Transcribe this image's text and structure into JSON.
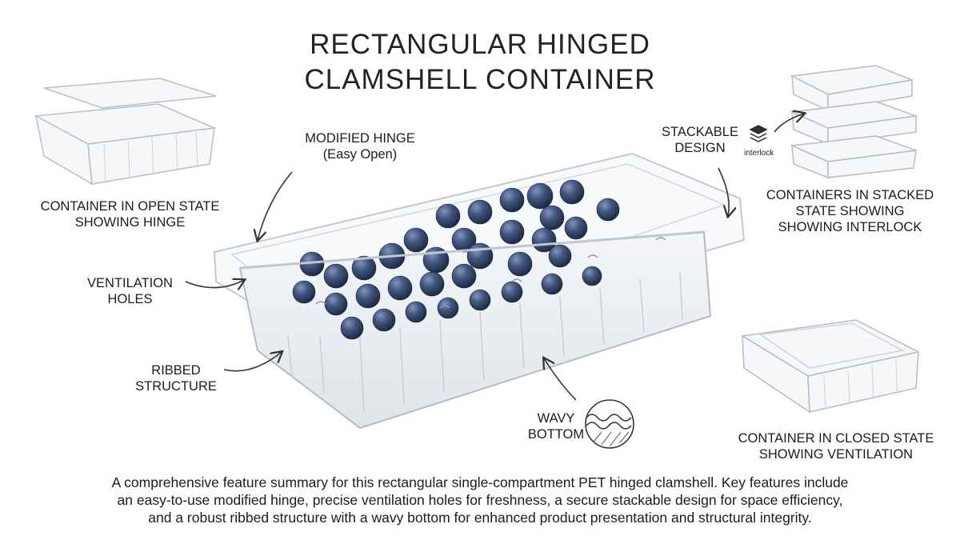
{
  "title": {
    "line1": "RECTANGULAR HINGED",
    "line2": "CLAMSHELL CONTAINER"
  },
  "callouts": {
    "hinge": {
      "line1": "MODIFIED HINGE",
      "line2": "(Easy Open)"
    },
    "stackable": {
      "line1": "STACKABLE",
      "line2": "DESIGN"
    },
    "interlock": "interlock",
    "ventilation": {
      "line1": "VENTILATION",
      "line2": "HOLES"
    },
    "ribbed": {
      "line1": "RIBBED",
      "line2": "STRUCTURE"
    },
    "wavy": {
      "line1": "WAVY",
      "line2": "BOTTOM"
    }
  },
  "views": {
    "open": {
      "line1": "CONTAINER IN OPEN STATE",
      "line2": "SHOWING HINGE"
    },
    "stacked": {
      "line1": "CONTAINERS IN STACKED",
      "line2": "STATE SHOWING",
      "line3": "SHOWING INTERLOCK"
    },
    "closed": {
      "line1": "CONTAINER IN CLOSED STATE",
      "line2": "SHOWING VENTILATION"
    }
  },
  "summary": {
    "line1": "A comprehensive feature summary for this rectangular single-compartment PET hinged clamshell. Key features include",
    "line2": "an easy-to-use modified hinge, precise ventilation holes for freshness, a secure stackable design for space efficiency,",
    "line3": "and a robust ribbed structure with a wavy bottom for enhanced product presentation and structural integrity."
  },
  "colors": {
    "berry": "#3a4f7a",
    "berry_highlight": "#7d8fb5",
    "plastic_edge": "#b9c0c8",
    "text": "#1c1c1c"
  }
}
